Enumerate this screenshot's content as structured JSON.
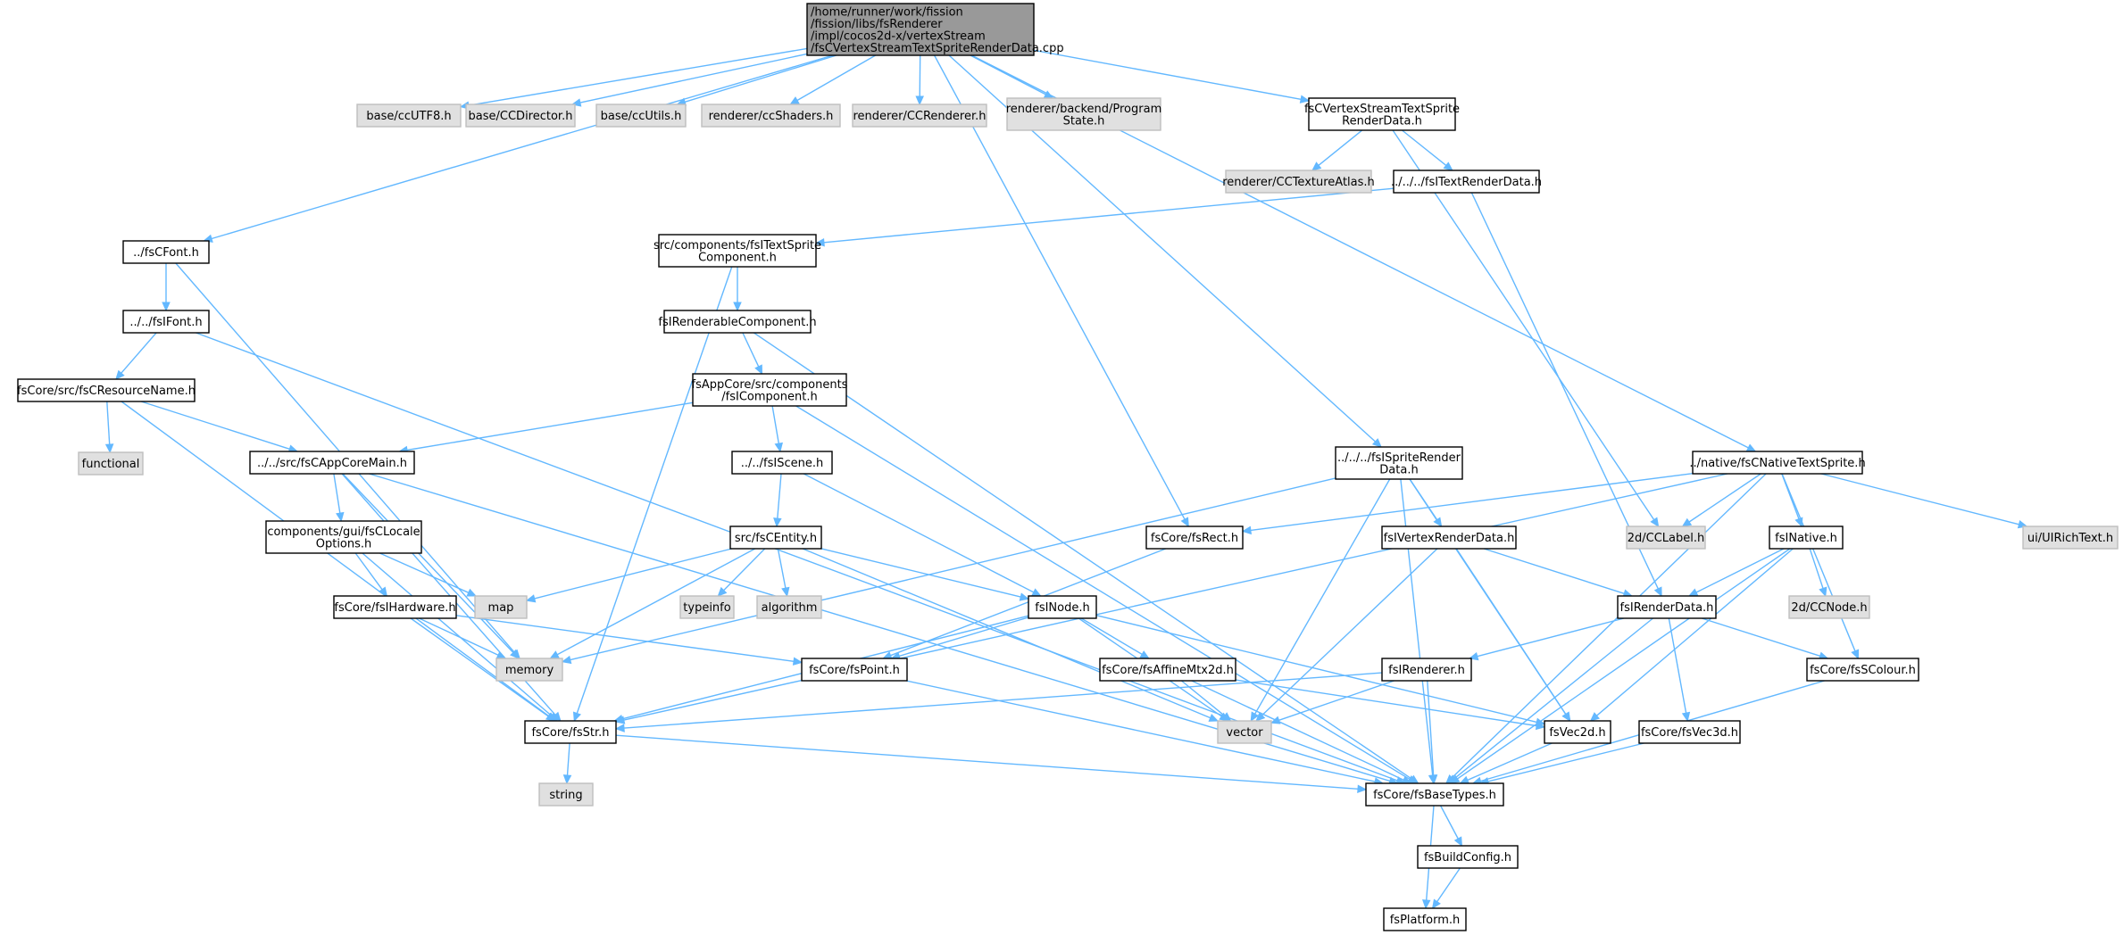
{
  "colors": {
    "root_fill": "#999999",
    "file_fill": "#ffffff",
    "ext_fill": "#e0e0e0",
    "border_file": "#000000",
    "border_ext": "#bfbfbf",
    "edge": "#63b8ff"
  },
  "nodes": [
    {
      "id": "root",
      "lines": [
        "/home/runner/work/fission",
        "/fission/libs/fsRenderer",
        "/impl/cocos2d-x/vertexStream",
        "/fsCVertexStreamTextSpriteRenderData.cpp"
      ],
      "kind": "root"
    },
    {
      "id": "ccUTF8",
      "lines": [
        "base/ccUTF8.h"
      ],
      "kind": "ext"
    },
    {
      "id": "CCDirector",
      "lines": [
        "base/CCDirector.h"
      ],
      "kind": "ext"
    },
    {
      "id": "ccUtils",
      "lines": [
        "base/ccUtils.h"
      ],
      "kind": "ext"
    },
    {
      "id": "ccShaders",
      "lines": [
        "renderer/ccShaders.h"
      ],
      "kind": "ext"
    },
    {
      "id": "CCRenderer",
      "lines": [
        "renderer/CCRenderer.h"
      ],
      "kind": "ext"
    },
    {
      "id": "ProgramState",
      "lines": [
        "renderer/backend/Program",
        "State.h"
      ],
      "kind": "ext"
    },
    {
      "id": "VSTSRD",
      "lines": [
        "fsCVertexStreamTextSprite",
        "RenderData.h"
      ],
      "kind": "file"
    },
    {
      "id": "CCTextureAtlas",
      "lines": [
        "renderer/CCTextureAtlas.h"
      ],
      "kind": "ext"
    },
    {
      "id": "ITextRenderData",
      "lines": [
        "../../../fsITextRenderData.h"
      ],
      "kind": "file"
    },
    {
      "id": "CFont",
      "lines": [
        "../fsCFont.h"
      ],
      "kind": "file"
    },
    {
      "id": "IFont",
      "lines": [
        "../../fsIFont.h"
      ],
      "kind": "file"
    },
    {
      "id": "ResourceName",
      "lines": [
        "fsCore/src/fsCResourceName.h"
      ],
      "kind": "file"
    },
    {
      "id": "functional",
      "lines": [
        "functional"
      ],
      "kind": "ext"
    },
    {
      "id": "ITextSpriteComp",
      "lines": [
        "src/components/fsITextSprite",
        "Component.h"
      ],
      "kind": "file"
    },
    {
      "id": "IRenderableComp",
      "lines": [
        "fsIRenderableComponent.h"
      ],
      "kind": "file"
    },
    {
      "id": "IComponent",
      "lines": [
        "fsAppCore/src/components",
        "/fsIComponent.h"
      ],
      "kind": "file"
    },
    {
      "id": "AppCoreMain",
      "lines": [
        "../../src/fsCAppCoreMain.h"
      ],
      "kind": "file"
    },
    {
      "id": "LocaleOptions",
      "lines": [
        "components/gui/fsCLocale",
        "Options.h"
      ],
      "kind": "file"
    },
    {
      "id": "IHardware",
      "lines": [
        "fsCore/fsIHardware.h"
      ],
      "kind": "file"
    },
    {
      "id": "map",
      "lines": [
        "map"
      ],
      "kind": "ext"
    },
    {
      "id": "memory",
      "lines": [
        "memory"
      ],
      "kind": "ext"
    },
    {
      "id": "IScene",
      "lines": [
        "../../fsIScene.h"
      ],
      "kind": "file"
    },
    {
      "id": "CEntity",
      "lines": [
        "src/fsCEntity.h"
      ],
      "kind": "file"
    },
    {
      "id": "typeinfo",
      "lines": [
        "typeinfo"
      ],
      "kind": "ext"
    },
    {
      "id": "algorithm",
      "lines": [
        "algorithm"
      ],
      "kind": "ext"
    },
    {
      "id": "INode",
      "lines": [
        "fsINode.h"
      ],
      "kind": "file"
    },
    {
      "id": "Point",
      "lines": [
        "fsCore/fsPoint.h"
      ],
      "kind": "file"
    },
    {
      "id": "AffineMtx",
      "lines": [
        "fsCore/fsAffineMtx2d.h"
      ],
      "kind": "file"
    },
    {
      "id": "Str",
      "lines": [
        "fsCore/fsStr.h"
      ],
      "kind": "file"
    },
    {
      "id": "string",
      "lines": [
        "string"
      ],
      "kind": "ext"
    },
    {
      "id": "vector",
      "lines": [
        "vector"
      ],
      "kind": "ext"
    },
    {
      "id": "ISpriteRenderData",
      "lines": [
        "../../../fsISpriteRender",
        "Data.h"
      ],
      "kind": "file"
    },
    {
      "id": "Rect",
      "lines": [
        "fsCore/fsRect.h"
      ],
      "kind": "file"
    },
    {
      "id": "IVertexRenderData",
      "lines": [
        "fsIVertexRenderData.h"
      ],
      "kind": "file"
    },
    {
      "id": "IRenderer",
      "lines": [
        "fsIRenderer.h"
      ],
      "kind": "file"
    },
    {
      "id": "IRenderData",
      "lines": [
        "fsIRenderData.h"
      ],
      "kind": "file"
    },
    {
      "id": "Vec2d",
      "lines": [
        "fsVec2d.h"
      ],
      "kind": "file"
    },
    {
      "id": "Vec3d",
      "lines": [
        "fsCore/fsVec3d.h"
      ],
      "kind": "file"
    },
    {
      "id": "SColour",
      "lines": [
        "fsCore/fsSColour.h"
      ],
      "kind": "file"
    },
    {
      "id": "BaseTypes",
      "lines": [
        "fsCore/fsBaseTypes.h"
      ],
      "kind": "file"
    },
    {
      "id": "BuildConfig",
      "lines": [
        "fsBuildConfig.h"
      ],
      "kind": "file"
    },
    {
      "id": "Platform",
      "lines": [
        "fsPlatform.h"
      ],
      "kind": "file"
    },
    {
      "id": "NativeTextSprite",
      "lines": [
        "../native/fsCNativeTextSprite.h"
      ],
      "kind": "file"
    },
    {
      "id": "CCLabel",
      "lines": [
        "2d/CCLabel.h"
      ],
      "kind": "ext"
    },
    {
      "id": "INative",
      "lines": [
        "fsINative.h"
      ],
      "kind": "file"
    },
    {
      "id": "CCNode",
      "lines": [
        "2d/CCNode.h"
      ],
      "kind": "ext"
    },
    {
      "id": "UIRichText",
      "lines": [
        "ui/UIRichText.h"
      ],
      "kind": "ext"
    }
  ]
}
